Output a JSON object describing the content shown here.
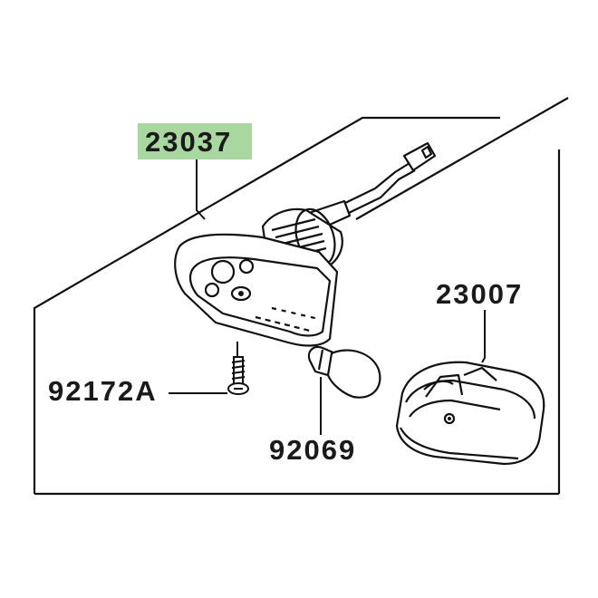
{
  "diagram": {
    "parts": [
      {
        "id": "turn-signal-assembly",
        "number": "23037",
        "highlight": "#a8d8a0"
      },
      {
        "id": "lens",
        "number": "23007"
      },
      {
        "id": "screw",
        "number": "92172A"
      },
      {
        "id": "bulb",
        "number": "92069"
      }
    ]
  },
  "colors": {
    "line": "#111111",
    "highlight": "#a8d8a0",
    "background": "#ffffff"
  }
}
